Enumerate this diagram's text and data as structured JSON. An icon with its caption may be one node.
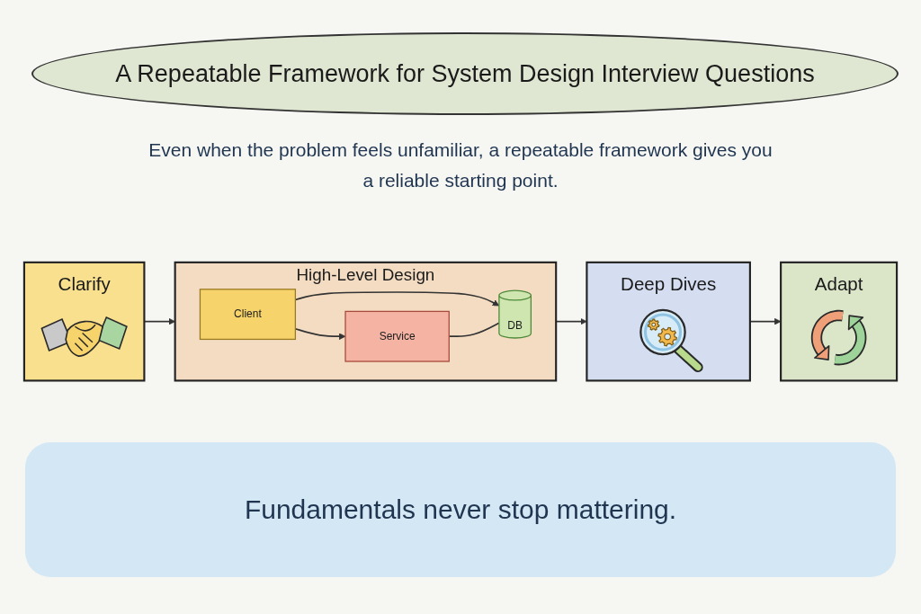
{
  "diagram": {
    "title": "A Repeatable Framework for System Design Interview Questions",
    "caption": "Fundamentals never stop mattering.",
    "nodes": [
      {
        "text": [
          "Clarify"
        ]
      },
      {
        "text": [
          "High-Level Design"
        ]
      },
      {
        "text": [
          "Client"
        ],
        "in": 1
      },
      {
        "text": [
          "Service"
        ],
        "in": 1
      },
      {
        "text": [
          "DB"
        ],
        "in": 1
      },
      {
        "text": [
          "Deep Dives"
        ]
      },
      {
        "text": [
          "Adapt"
        ]
      }
    ],
    "edges": [
      {
        "from": 0,
        "to": 1,
        "arrow": "to"
      },
      {
        "from": 1,
        "to": 5,
        "arrow": "to"
      },
      {
        "from": 5,
        "to": 6,
        "arrow": "to"
      },
      {
        "from": 2,
        "to": 3,
        "arrow": "to"
      },
      {
        "from": 2,
        "to": 4,
        "arrow": "to"
      },
      {
        "from": 3,
        "to": 4,
        "arrow": "none"
      }
    ],
    "labels": [
      "Even when the problem feels unfamiliar, a repeatable framework gives you a reliable starting point."
    ]
  }
}
